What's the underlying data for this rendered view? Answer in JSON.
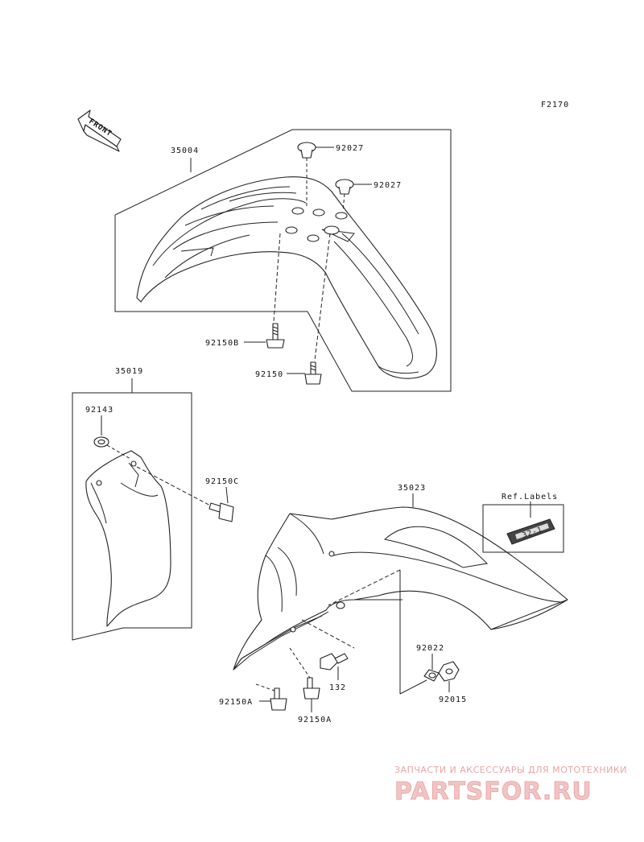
{
  "figure_code": "F2170",
  "direction_arrow": "FRONT",
  "ref_labels": {
    "title": "Ref.Labels",
    "sticker_text": "32-1"
  },
  "parts": {
    "p35004": "35004",
    "p92027a": "92027",
    "p92027b": "92027",
    "p92150b": "92150B",
    "p92150": "92150",
    "p35019": "35019",
    "p92143": "92143",
    "p92150c": "92150C",
    "p35023": "35023",
    "p92022": "92022",
    "p132": "132",
    "p92015": "92015",
    "p92150a_1": "92150A",
    "p92150a_2": "92150A"
  },
  "watermark": {
    "tagline": "ЗАПЧАСТИ И АКСЕССУАРЫ ДЛЯ МОТОТЕХНИКИ",
    "logo": "PARTSFOR.RU"
  }
}
